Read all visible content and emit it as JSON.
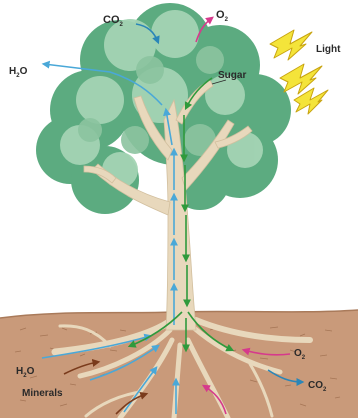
{
  "labels": {
    "co2_top": {
      "base": "CO",
      "sub": "2"
    },
    "o2_top": {
      "base": "O",
      "sub": "2"
    },
    "h2o_left": {
      "base": "H",
      "sub": "2",
      "tail": "O"
    },
    "sugar": "Sugar",
    "light": "Light",
    "h2o_roots": {
      "base": "H",
      "sub": "2",
      "tail": "O"
    },
    "minerals": "Minerals",
    "o2_roots": {
      "base": "O",
      "sub": "2"
    },
    "co2_roots": {
      "base": "CO",
      "sub": "2"
    }
  },
  "colors": {
    "water_arrow": "#4aa8d8",
    "sugar_arrow": "#2f9a3c",
    "o2_arrow": "#d63a8c",
    "co2_arrow": "#2a86b8",
    "mineral_arrow": "#7a3b1c",
    "light_bolt": "#f4e43a",
    "foliage_dark": "#5cab80",
    "foliage_light": "#a4d4b4",
    "trunk": "#e8d8bc",
    "soil": "#c99a7a"
  }
}
